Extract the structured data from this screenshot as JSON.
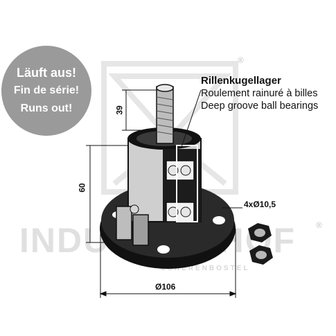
{
  "badge": {
    "line1": "Läuft aus!",
    "line2": "Fin de série!",
    "line3": "Runs out!"
  },
  "bearing_label": {
    "title": "Rillenkugellager",
    "french": "Roulement rainuré à billes",
    "english": "Deep groove ball bearings"
  },
  "dimensions": {
    "shaft_height": "39",
    "body_height": "60",
    "holes": "4xØ10,5",
    "diameter": "Ø106"
  },
  "watermark": {
    "brand": "INDUSTRIEHOF",
    "location": "SCHERENBOSTEL",
    "registered_mark": "®"
  },
  "colors": {
    "badge": "#9a9a9a",
    "metal_dark": "#1a1a1a",
    "metal_light": "#d0d0d0",
    "watermark": "#e0e0e0"
  }
}
